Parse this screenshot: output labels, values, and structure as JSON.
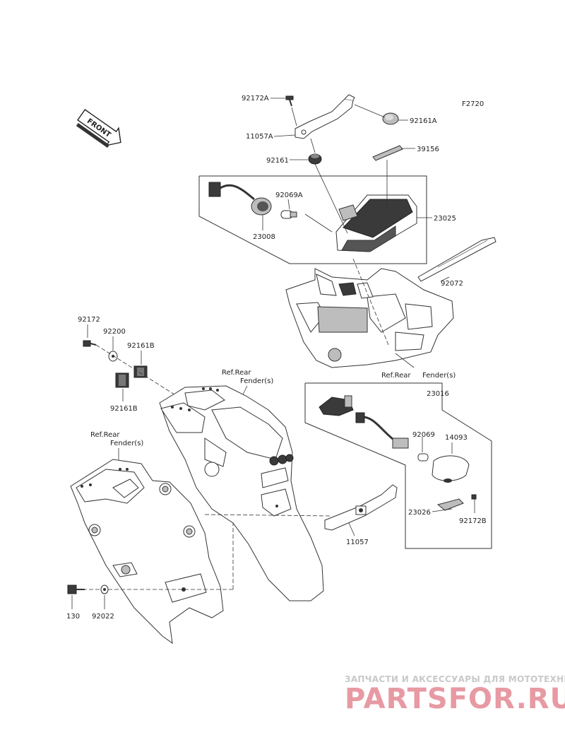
{
  "figure_code": "F2720",
  "front_label": "FRONT",
  "parts": {
    "p92172A": "92172A",
    "p92161A": "92161A",
    "p11057A": "11057A",
    "p92161": "92161",
    "p39156": "39156",
    "p92069A": "92069A",
    "p23008": "23008",
    "p23025": "23025",
    "p92072": "92072",
    "p92172": "92172",
    "p92200": "92200",
    "p92161B_top": "92161B",
    "p92161B_bottom": "92161B",
    "p23016": "23016",
    "p92069": "92069",
    "p14093": "14093",
    "p23026": "23026",
    "p92172B": "92172B",
    "p11057": "11057",
    "p130": "130",
    "p92022": "92022"
  },
  "refs": {
    "rear_fender_right_1": "Ref.Rear",
    "rear_fender_right_2": "Fender(s)",
    "rear_fender_mid_1": "Ref.Rear",
    "rear_fender_mid_2": "Fender(s)",
    "rear_fender_left_1": "Ref.Rear",
    "rear_fender_left_2": "Fender(s)"
  },
  "watermark": {
    "tagline": "ЗАПЧАСТИ И АКСЕССУАРЫ ДЛЯ МОТОТЕХНИКИ",
    "brand": "PARTSFOR.RU"
  }
}
